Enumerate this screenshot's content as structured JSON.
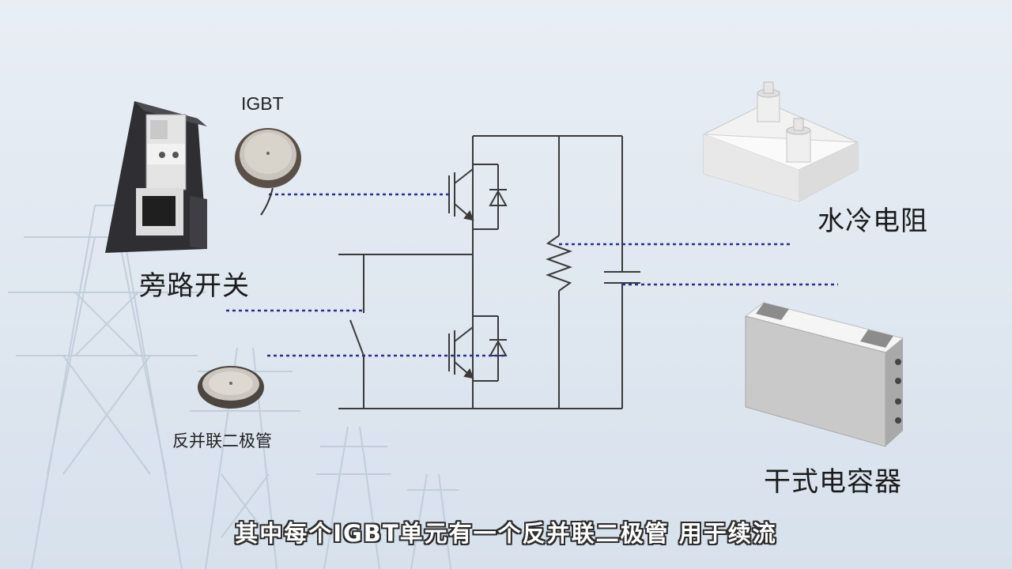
{
  "labels": {
    "bypass_switch": "旁路开关",
    "igbt": "IGBT",
    "antiparallel_diode": "反并联二极管",
    "water_cooled_resistor": "水冷电阻",
    "dry_capacitor": "干式电容器"
  },
  "subtitle": "其中每个IGBT单元有一个反并联二极管 用于续流",
  "colors": {
    "background": "#e3eaf2",
    "circuit_line": "#333333",
    "dotted_leader": "#2a2f8f",
    "subtitle_text": "#ffffff"
  }
}
